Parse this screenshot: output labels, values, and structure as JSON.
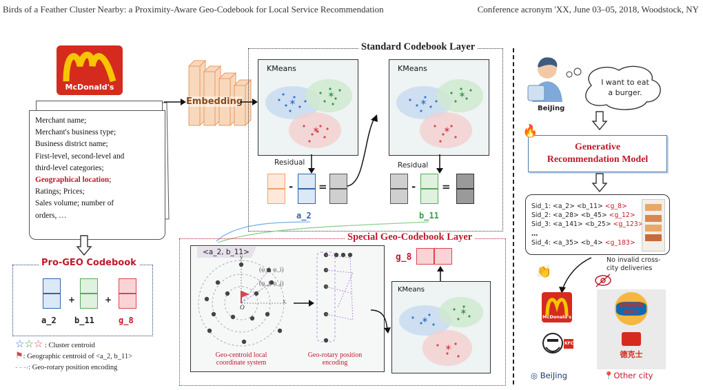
{
  "header": {
    "left": "Birds of a Feather Cluster Nearby: a Proximity-Aware Geo-Codebook for Local Service Recommendation",
    "right": "Conference acronym 'XX, June 03–05, 2018, Woodstock, NY"
  },
  "merchant": {
    "logo_text": "McDonald's",
    "lines": [
      "Merchant name;",
      "Merchant's business type;",
      "Business district name;",
      "First-level, second-level and",
      "third-level categories;"
    ],
    "geo_line": "Geographical location",
    "geo_suffix": ";",
    "lines_after": [
      "Ratings; Prices;",
      "Sales volume; number of",
      "orders, …"
    ]
  },
  "embedding": {
    "label": "Embedding"
  },
  "standard_layer": {
    "title": "Standard Codebook Layer",
    "kmeans_label": "KMeans",
    "residual_label": "Residual",
    "code1": "a_2",
    "code2": "b_11"
  },
  "special_layer": {
    "title": "Special  Geo-Codebook Layer",
    "tag": "<a_2, b_11>",
    "kmeans_label": "KMeans",
    "code3": "g_8",
    "caption_left_1": "Geo-centroid local",
    "caption_left_2": "coordinate system",
    "caption_right_1": "Geo-rotary position",
    "caption_right_2": "encoding",
    "axis_y": "y",
    "axis_x": "x",
    "origin": "O",
    "point_label_1": "(φ_i, φ_i)",
    "point_label_2": "(φ_j, φ_j)"
  },
  "pro_geo": {
    "title": "Pro-GEO Codebook",
    "codes": [
      "a_2",
      "b_11",
      "g_8"
    ],
    "plus": "+"
  },
  "legend": {
    "centroid": ": Cluster centroid",
    "geo_centroid": ": Geographic centroid of <a_2, b_11>",
    "rotary": ": Geo-rotary position encoding"
  },
  "user": {
    "speech": [
      "I want to eat",
      "a burger."
    ],
    "city": "BeiJing"
  },
  "gen_model": {
    "title_1": "Generative",
    "title_2": "Recommendation Model"
  },
  "sids": [
    {
      "prefix": "Sid_1: <a_2> <b_11> ",
      "geo": "<g_8>"
    },
    {
      "prefix": "Sid_2: <a_28> <b_45> ",
      "geo": "<g_12>"
    },
    {
      "prefix": "Sid_3: <a_141> <b_25> ",
      "geo": "<g_123>"
    },
    {
      "prefix": "…",
      "geo": ""
    },
    {
      "prefix": "Sid_4: <a_35> <b_4> ",
      "geo": "<g_183>"
    }
  ],
  "note": [
    "No invalid cross-",
    "city deliveries"
  ],
  "result": {
    "left_city": "BeiJing",
    "right_city": "Other city",
    "mcd_text": "McDonald's",
    "kfc_text": "KFC",
    "bk_text_1": "BURGER",
    "bk_text_2": "KING",
    "dicos_text": "德克士"
  },
  "colors": {
    "red": "#c0182a",
    "blue_cluster": "#3a78c9",
    "green_cluster": "#3a9a4a",
    "red_cluster": "#d8464f",
    "orange_cell": "#f0a06a",
    "purple_dash": "#b58bd6"
  }
}
